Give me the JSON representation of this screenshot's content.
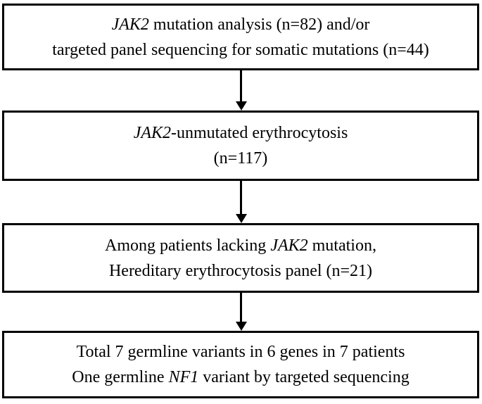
{
  "figure": {
    "type": "flowchart",
    "background_color": "#ffffff",
    "box_border_color": "#000000",
    "text_color": "#000000",
    "arrow_color": "#000000"
  },
  "boxes": [
    {
      "id": "step-1",
      "lines": [
        {
          "segments": [
            {
              "text": "JAK2",
              "italic": true
            },
            {
              "text": " mutation analysis (n=82) and/or",
              "italic": false
            }
          ]
        },
        {
          "segments": [
            {
              "text": "targeted panel sequencing for somatic mutations (n=44)",
              "italic": false
            }
          ]
        }
      ]
    },
    {
      "id": "step-2",
      "lines": [
        {
          "segments": [
            {
              "text": "JAK2",
              "italic": true
            },
            {
              "text": "-unmutated erythrocytosis",
              "italic": false
            }
          ]
        },
        {
          "segments": [
            {
              "text": "(n=117)",
              "italic": false
            }
          ]
        }
      ]
    },
    {
      "id": "step-3",
      "lines": [
        {
          "segments": [
            {
              "text": "Among patients lacking ",
              "italic": false
            },
            {
              "text": "JAK2",
              "italic": true
            },
            {
              "text": " mutation,",
              "italic": false
            }
          ]
        },
        {
          "segments": [
            {
              "text": "Hereditary erythrocytosis panel (n=21)",
              "italic": false
            }
          ]
        }
      ]
    },
    {
      "id": "step-4",
      "lines": [
        {
          "segments": [
            {
              "text": "Total 7 germline variants in 6 genes in 7 patients",
              "italic": false
            }
          ]
        },
        {
          "segments": [
            {
              "text": "One germline ",
              "italic": false
            },
            {
              "text": "NF1",
              "italic": true
            },
            {
              "text": " variant by targeted sequencing",
              "italic": false
            }
          ]
        }
      ]
    }
  ],
  "arrows": [
    {
      "direction": "down"
    },
    {
      "direction": "down"
    },
    {
      "direction": "down"
    }
  ]
}
